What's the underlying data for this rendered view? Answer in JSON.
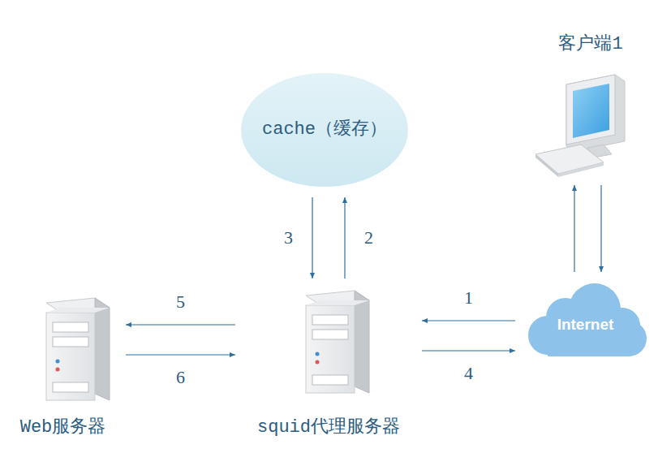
{
  "diagram": {
    "nodes": [
      {
        "text": [
          "cache（缓存）"
        ]
      },
      {
        "text": [
          "客户端1"
        ]
      },
      {
        "text": [
          "Internet"
        ]
      },
      {
        "text": [
          "Web服务器"
        ]
      },
      {
        "text": [
          "squid代理服务器"
        ]
      }
    ],
    "edges": [
      {
        "from": 2,
        "to": 4,
        "arrow": "to",
        "label": "1"
      },
      {
        "from": 4,
        "to": 0,
        "arrow": "to",
        "label": "2"
      },
      {
        "from": 0,
        "to": 4,
        "arrow": "to",
        "label": "3"
      },
      {
        "from": 4,
        "to": 2,
        "arrow": "to",
        "label": "4"
      },
      {
        "from": 4,
        "to": 3,
        "arrow": "to",
        "label": "5"
      },
      {
        "from": 3,
        "to": 4,
        "arrow": "to",
        "label": "6"
      },
      {
        "from": 2,
        "to": 1,
        "arrow": "to"
      },
      {
        "from": 1,
        "to": 2,
        "arrow": "to"
      }
    ]
  }
}
